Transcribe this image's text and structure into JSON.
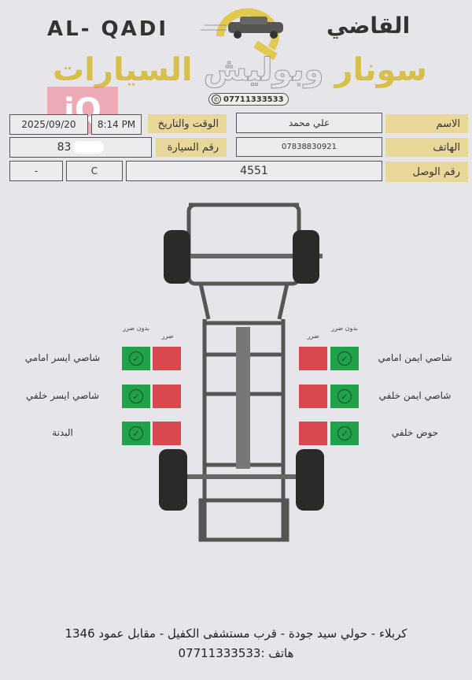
{
  "header": {
    "brand_en": "AL- QADI",
    "brand_ar": "القاضي",
    "slogan_1": "سونار",
    "slogan_2": "وبوليش",
    "slogan_3": "السيارات",
    "phone": "07711333533",
    "watermark": "iQ"
  },
  "form": {
    "name_label": "الاسم",
    "name_value": "علي محمد",
    "datetime_label": "الوقت والتاريخ",
    "time_value": "8:14 PM",
    "date_value": "2025/09/20",
    "phone_label": "الهاتف",
    "phone_value": "07838830921",
    "plate_label": "رقم السيارة",
    "plate_value": "83",
    "receipt_label": "رقم الوصل",
    "receipt_value": "4551",
    "extra_1": "C",
    "extra_2": "-"
  },
  "checklist": {
    "col_no_damage": "بدون ضرر",
    "col_damage": "ضرر",
    "colors": {
      "no_damage": "#1fa24a",
      "damage": "#d9474f"
    },
    "left": [
      {
        "label": "شاصي ايسر امامي",
        "status": "no_damage"
      },
      {
        "label": "شاصي ايسر خلفي",
        "status": "no_damage"
      },
      {
        "label": "البدنة",
        "status": "no_damage"
      }
    ],
    "right": [
      {
        "label": "شاصي ايمن امامي",
        "status": "no_damage"
      },
      {
        "label": "شاصي ايمن خلفي",
        "status": "no_damage"
      },
      {
        "label": "حوض خلفي",
        "status": "no_damage"
      }
    ]
  },
  "footer": {
    "address": "كربلاء - حولي سيد جودة - قرب مستشفى الكفيل - مقابل عمود 1346",
    "phone_line": "هاتف :07711333533"
  }
}
